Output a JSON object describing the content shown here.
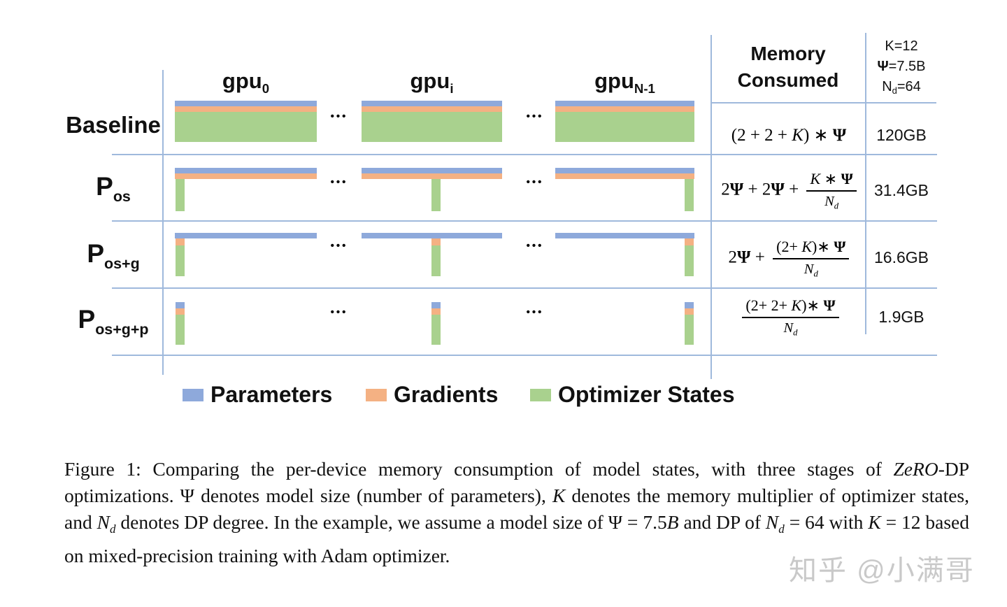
{
  "colors": {
    "parameters": "#8EA9DB",
    "gradients": "#F4B183",
    "optimizer_states": "#A9D18E",
    "grid_line": "#9FB9DC"
  },
  "figure": {
    "columns": [
      {
        "base": "gpu",
        "sub": "0"
      },
      {
        "base": "gpu",
        "sub": "i"
      },
      {
        "base": "gpu",
        "sub": "N-1"
      }
    ],
    "dots": "•••",
    "memory_header": {
      "line1": "Memory",
      "line2": "Consumed"
    },
    "constants": {
      "k": [
        {
          "t": "K=12"
        }
      ],
      "psi": [
        {
          "t": "Ψ",
          "s": "b"
        },
        {
          "t": "=7.5B"
        }
      ],
      "nd": [
        {
          "t": "N"
        },
        {
          "t": "d",
          "s": "sub"
        },
        {
          "t": "=64"
        }
      ]
    },
    "rows": [
      {
        "name": "Baseline",
        "label": {
          "base": "Baseline",
          "sub": ""
        },
        "memory": "120GB",
        "formula": {
          "inline": [
            {
              "t": "(2 + 2 + "
            },
            {
              "t": "K",
              "s": "i"
            },
            {
              "t": ") ∗ "
            },
            {
              "t": "Ψ",
              "s": "b"
            }
          ]
        }
      },
      {
        "name": "P_os",
        "label": {
          "base": "P",
          "sub": "os"
        },
        "memory": "31.4GB",
        "formula": {
          "inline": [
            {
              "t": "2"
            },
            {
              "t": "Ψ",
              "s": "b"
            },
            {
              "t": " + 2"
            },
            {
              "t": "Ψ",
              "s": "b"
            },
            {
              "t": " + "
            }
          ],
          "num": [
            {
              "t": "K",
              "s": "i"
            },
            {
              "t": " ∗ "
            },
            {
              "t": "Ψ",
              "s": "b"
            }
          ],
          "den": [
            {
              "t": "N",
              "s": "i"
            },
            {
              "t": "d",
              "s": "isub"
            }
          ]
        }
      },
      {
        "name": "P_os+g",
        "label": {
          "base": "P",
          "sub": "os+g"
        },
        "memory": "16.6GB",
        "formula": {
          "inline": [
            {
              "t": "2"
            },
            {
              "t": "Ψ",
              "s": "b"
            },
            {
              "t": " + "
            }
          ],
          "num": [
            {
              "t": "(2+ "
            },
            {
              "t": "K",
              "s": "i"
            },
            {
              "t": ")∗ "
            },
            {
              "t": "Ψ",
              "s": "b"
            }
          ],
          "den": [
            {
              "t": "N",
              "s": "i"
            },
            {
              "t": "d",
              "s": "isub"
            }
          ]
        }
      },
      {
        "name": "P_os+g+p",
        "label": {
          "base": "P",
          "sub": "os+g+p"
        },
        "memory": "1.9GB",
        "formula": {
          "inline": [],
          "num": [
            {
              "t": "(2+ 2+ "
            },
            {
              "t": "K",
              "s": "i"
            },
            {
              "t": ")∗ "
            },
            {
              "t": "Ψ",
              "s": "b"
            }
          ],
          "den": [
            {
              "t": "N",
              "s": "i"
            },
            {
              "t": "d",
              "s": "isub"
            }
          ]
        }
      }
    ],
    "legend": [
      {
        "label": "Parameters",
        "color": "#8EA9DB"
      },
      {
        "label": "Gradients",
        "color": "#F4B183"
      },
      {
        "label": "Optimizer States",
        "color": "#A9D18E"
      }
    ]
  },
  "caption": {
    "segments": [
      {
        "t": "Figure 1: Comparing the per-device memory consumption of model states, with three stages of "
      },
      {
        "t": "ZeRO",
        "s": "i"
      },
      {
        "t": "-DP optimizations. Ψ denotes model size (number of parameters), "
      },
      {
        "t": "K",
        "s": "i"
      },
      {
        "t": " denotes the memory multiplier of optimizer states, and "
      },
      {
        "t": "N",
        "s": "i"
      },
      {
        "t": "d",
        "s": "isub"
      },
      {
        "t": " denotes DP degree. In the example, we assume a model size of Ψ = 7.5"
      },
      {
        "t": "B",
        "s": "i"
      },
      {
        "t": " and DP of "
      },
      {
        "t": "N",
        "s": "i"
      },
      {
        "t": "d",
        "s": "isub"
      },
      {
        "t": " = 64 with "
      },
      {
        "t": "K",
        "s": "i"
      },
      {
        "t": " = 12 based on mixed-precision training with Adam optimizer."
      }
    ]
  },
  "watermark": "知乎 @小满哥"
}
